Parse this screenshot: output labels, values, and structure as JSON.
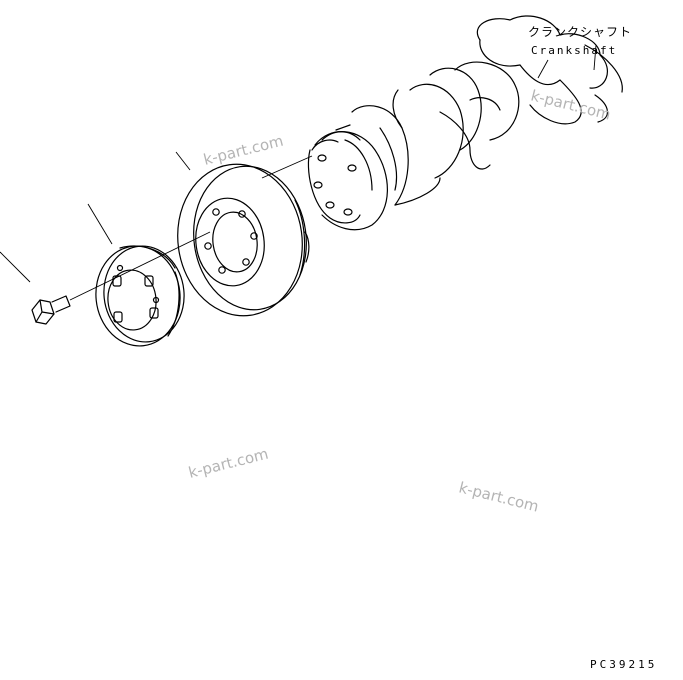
{
  "part_label": {
    "japanese": "クランクシャフト",
    "english": "Crankshaft"
  },
  "watermarks": [
    "k-part.com",
    "k-part.com",
    "k-part.com",
    "k-part.com"
  ],
  "figure_code": "PC39215"
}
